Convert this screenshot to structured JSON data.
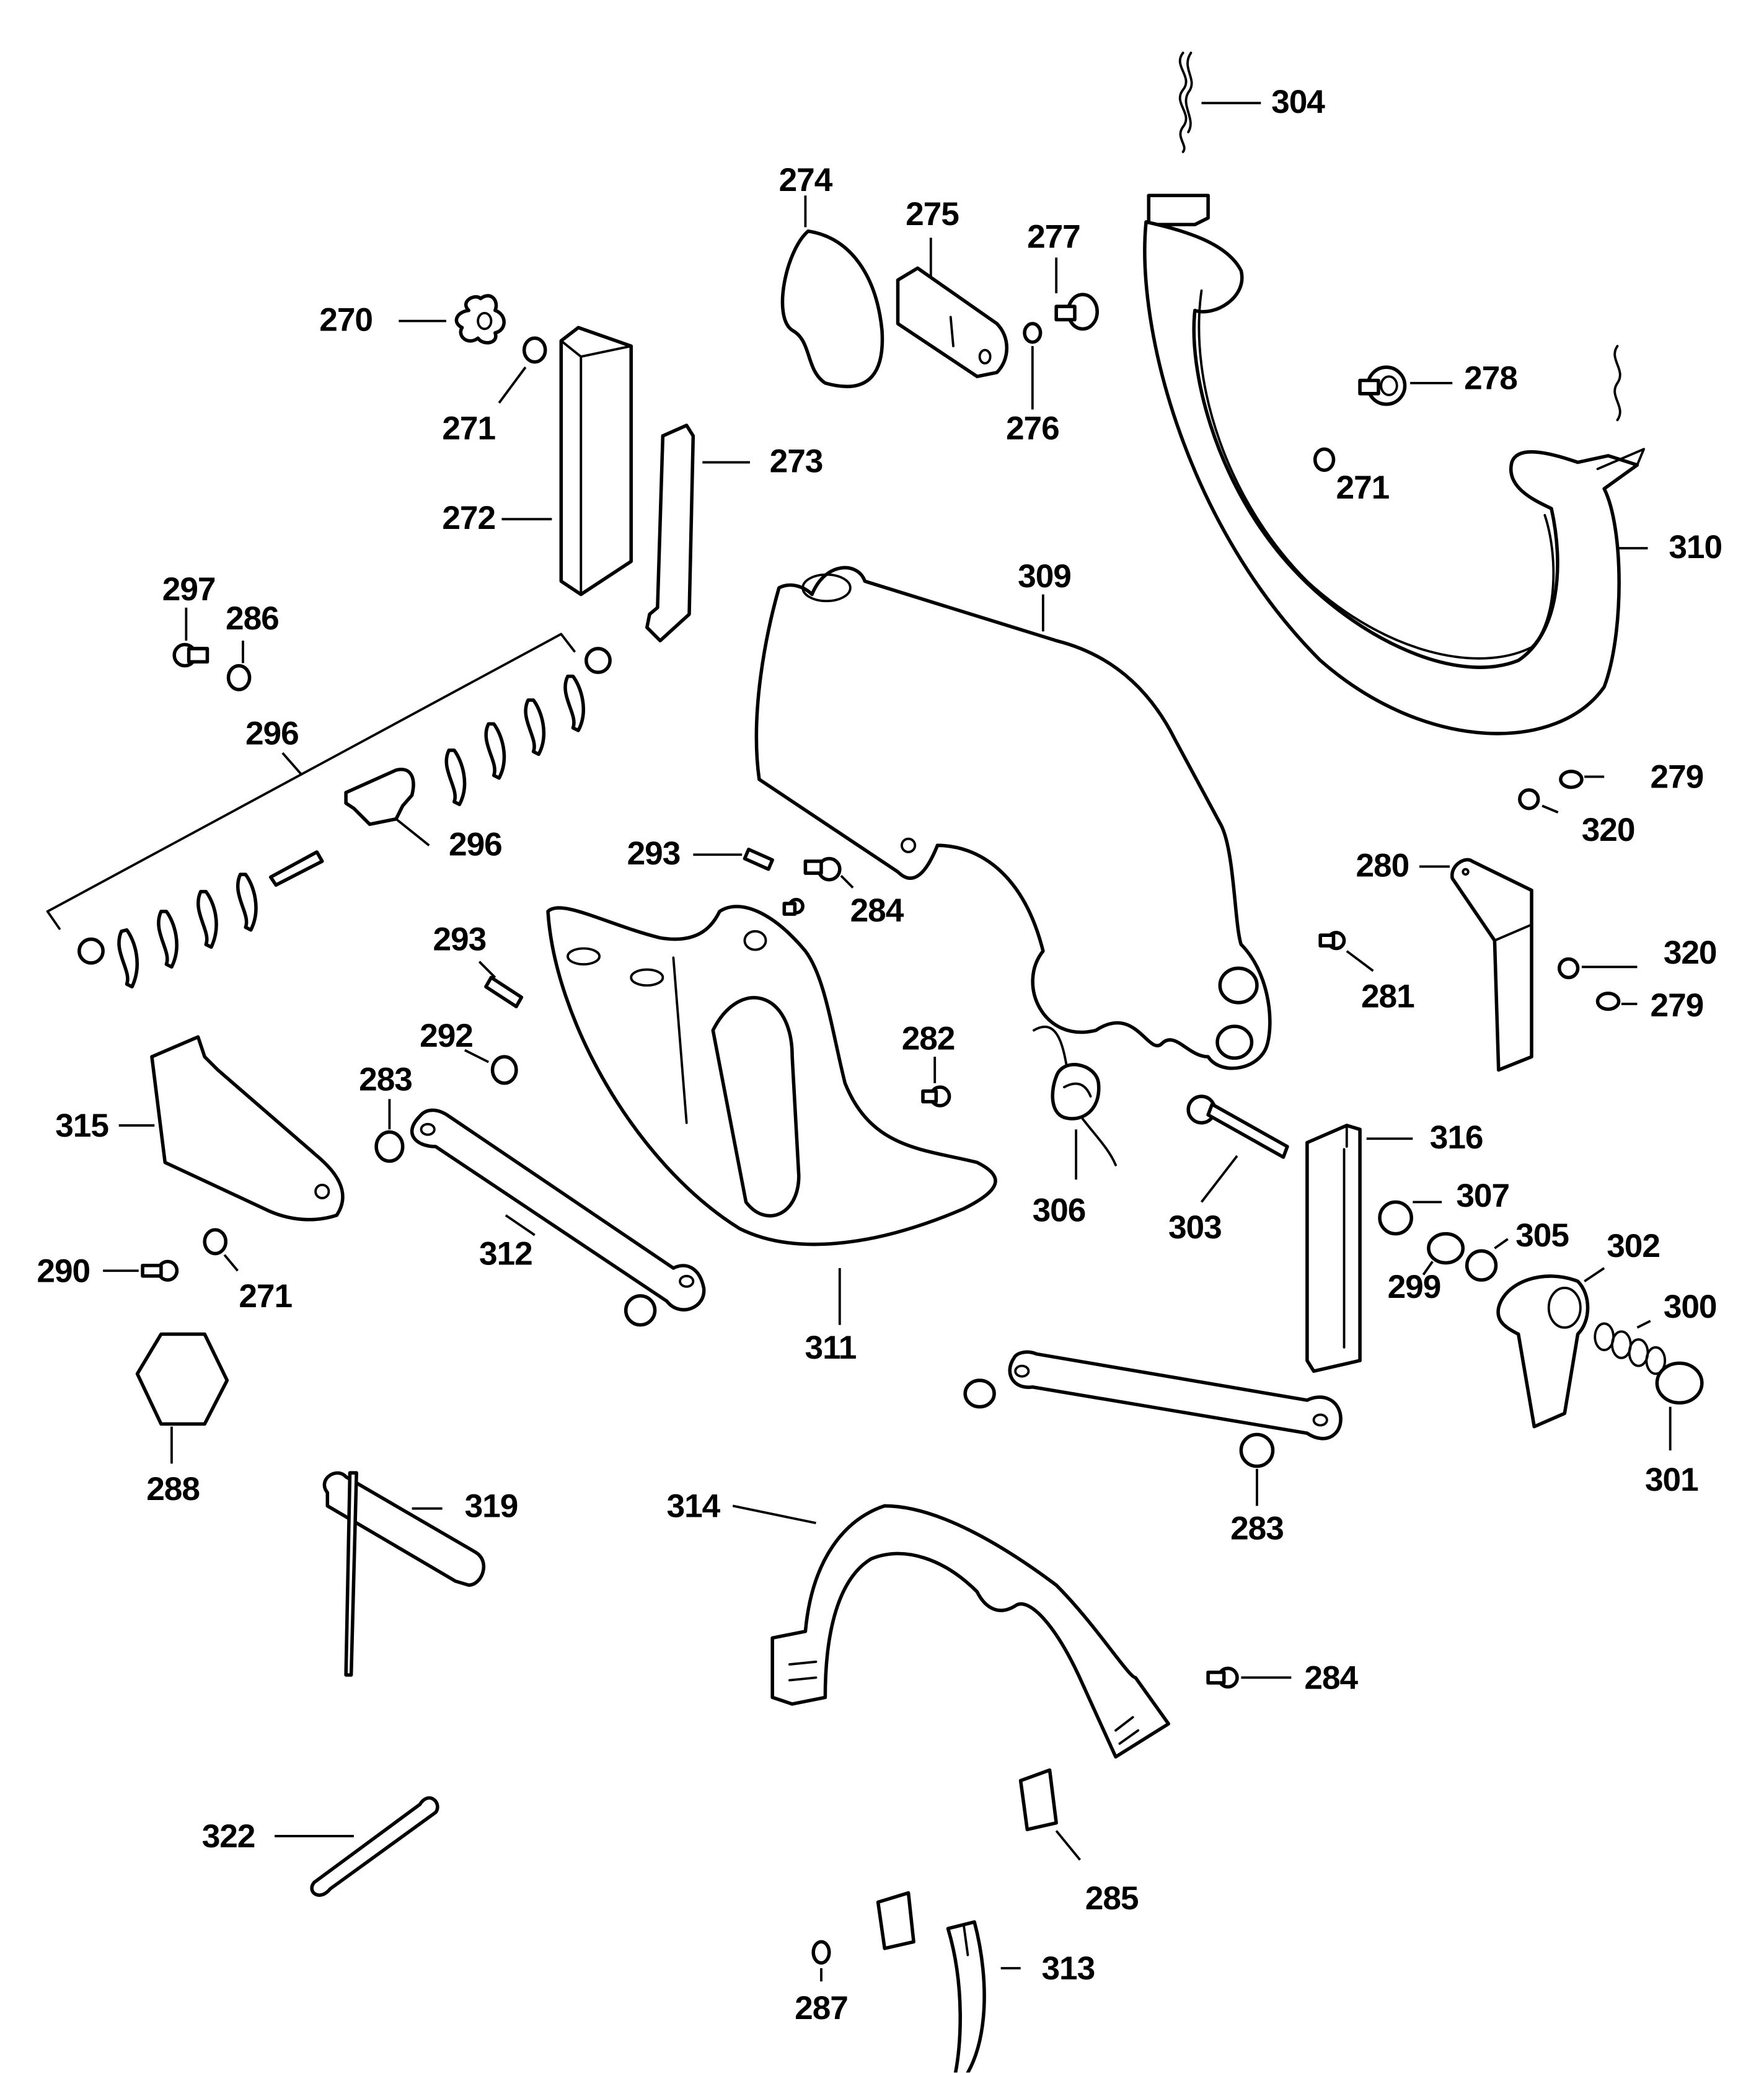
{
  "diagram": {
    "type": "exploded-parts-diagram",
    "colors": {
      "ink": "#000000",
      "paper": "#ffffff"
    },
    "labels": {
      "l270": "270",
      "l271a": "271",
      "l272": "272",
      "l273": "273",
      "l274": "274",
      "l275": "275",
      "l276": "276",
      "l277": "277",
      "l278": "278",
      "l271b": "271",
      "l304": "304",
      "l310": "310",
      "l309": "309",
      "l297": "297",
      "l286": "286",
      "l296a": "296",
      "l296b": "296",
      "l293a": "293",
      "l284a": "284",
      "l293b": "293",
      "l279a": "279",
      "l320a": "320",
      "l280": "280",
      "l320b": "320",
      "l279b": "279",
      "l281": "281",
      "l292": "292",
      "l283a": "283",
      "l282": "282",
      "l315": "315",
      "l306": "306",
      "l303": "303",
      "l316": "316",
      "l307": "307",
      "l305": "305",
      "l302": "302",
      "l299": "299",
      "l300": "300",
      "l312": "312",
      "l290": "290",
      "l271c": "271",
      "l311": "311",
      "l288": "288",
      "l301": "301",
      "l283b": "283",
      "l319": "319",
      "l314": "314",
      "l284b": "284",
      "l322": "322",
      "l285": "285",
      "l313": "313",
      "l287": "287"
    }
  }
}
